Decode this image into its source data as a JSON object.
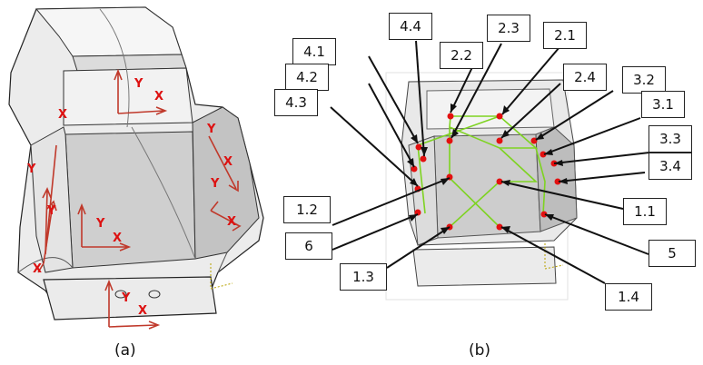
{
  "panel_a": {
    "caption": "(a)",
    "frames": [
      {
        "y_label": "Y",
        "x_label": "X"
      },
      {
        "y_label": "Y",
        "x_label": "X"
      },
      {
        "y_label": "Y",
        "x_label": "X"
      },
      {
        "y_label": "Y",
        "x_label": "X"
      },
      {
        "y_label": "Y",
        "x_label": "X"
      },
      {
        "y_label": "Y",
        "x_label": "X"
      },
      {
        "y_label": "Y",
        "x_label": "X"
      }
    ],
    "colors": {
      "axis": "#c0392b",
      "axis_text": "#dd1111"
    }
  },
  "panel_b": {
    "caption": "(b)",
    "labels": [
      "4.4",
      "2.3",
      "2.1",
      "4.1",
      "2.2",
      "4.2",
      "2.4",
      "3.2",
      "4.3",
      "3.1",
      "3.3",
      "3.4",
      "1.2",
      "1.1",
      "6",
      "5",
      "1.3",
      "1.4"
    ],
    "colors": {
      "point": "#e31010",
      "link": "#7ed321"
    }
  }
}
